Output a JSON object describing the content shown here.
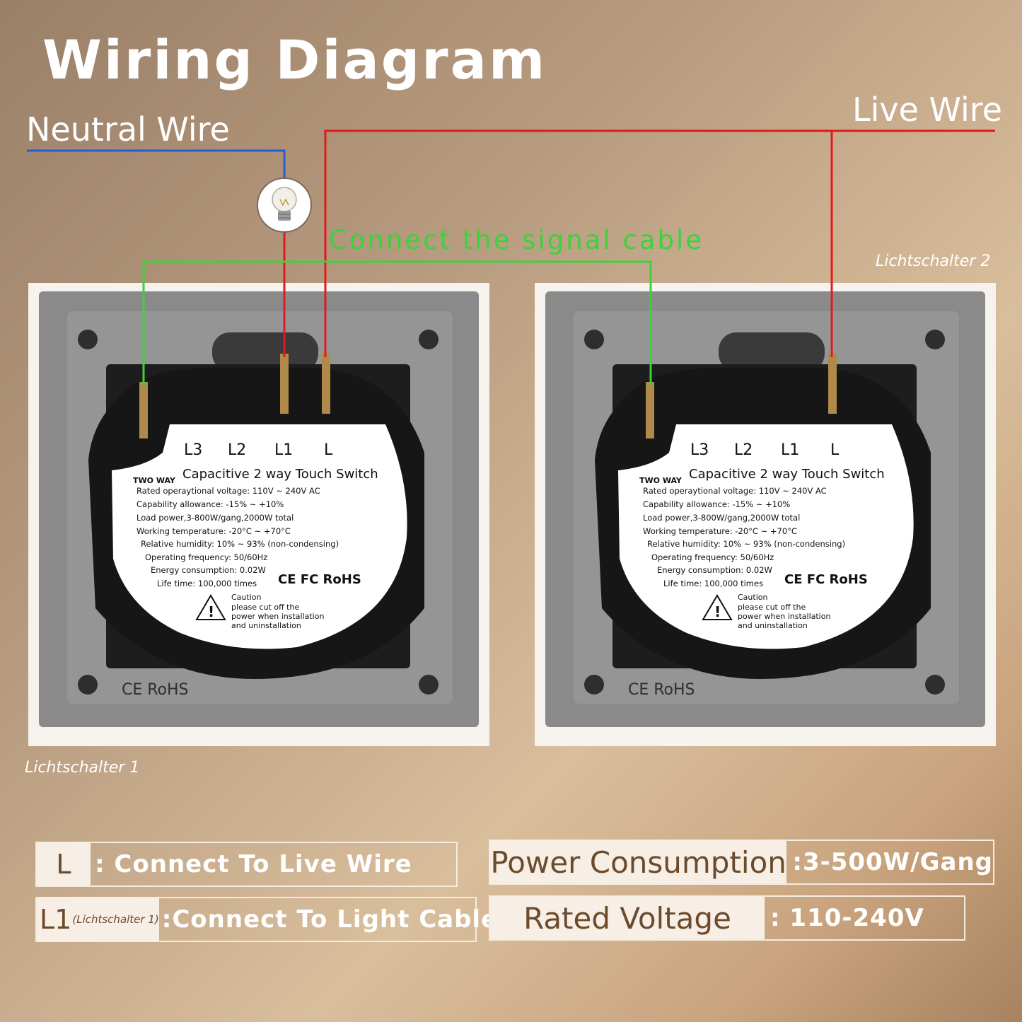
{
  "title": "Wiring Diagram",
  "wires": {
    "neutral_label": "Neutral Wire",
    "live_label": "Live Wire",
    "signal_label": "Connect the signal cable",
    "colors": {
      "neutral": "#2a5bd7",
      "live": "#e01b1b",
      "signal": "#3cd23c"
    }
  },
  "switches": [
    {
      "name": "Lichtschalter 1",
      "terminals": [
        "L3",
        "L2",
        "L1",
        "L"
      ],
      "label_header": "TWO WAY",
      "label_title": "Capacitive 2 way Touch Switch",
      "specs": [
        "Rated operaytional voltage: 110V ~ 240V AC",
        "Capability allowance: -15%  ~ +10%",
        "Load power,3-800W/gang,2000W  total",
        "Working temperature: -20°C ~ +70°C",
        "Relative humidity: 10% ~ 93% (non-condensing)",
        "Operating frequency: 50/60Hz",
        "Energy consumption: 0.02W",
        "Life time: 100,000 times"
      ],
      "certs": "CE  FC  RoHS",
      "caution": [
        "Caution",
        "please cut off the",
        "power when installation",
        "and uninstallation"
      ],
      "plate_marks": "CE RoHS"
    },
    {
      "name": "Lichtschalter 2",
      "terminals": [
        "L3",
        "L2",
        "L1",
        "L"
      ],
      "label_header": "TWO WAY",
      "label_title": "Capacitive 2 way Touch Switch",
      "specs": [
        "Rated operaytional voltage: 110V ~ 240V AC",
        "Capability allowance: -15%  ~ +10%",
        "Load power,3-800W/gang,2000W  total",
        "Working temperature: -20°C ~ +70°C",
        "Relative humidity: 10% ~ 93% (non-condensing)",
        "Operating frequency: 50/60Hz",
        "Energy consumption: 0.02W",
        "Life time: 100,000 times"
      ],
      "certs": "CE  FC  RoHS",
      "caution": [
        "Caution",
        "please cut off the",
        "power when installation",
        "and uninstallation"
      ],
      "plate_marks": "CE RoHS"
    }
  ],
  "legend": {
    "l_key": "L",
    "l_value": ": Connect To Live Wire",
    "l1_key": "L1",
    "l1_note": "(Lichtschalter 1)",
    "l1_value": ":Connect To Light Cable",
    "power_key": "Power Consumption",
    "power_value": ":3-500W/Gang",
    "voltage_key": "Rated Voltage",
    "voltage_value": ": 110-240V"
  }
}
